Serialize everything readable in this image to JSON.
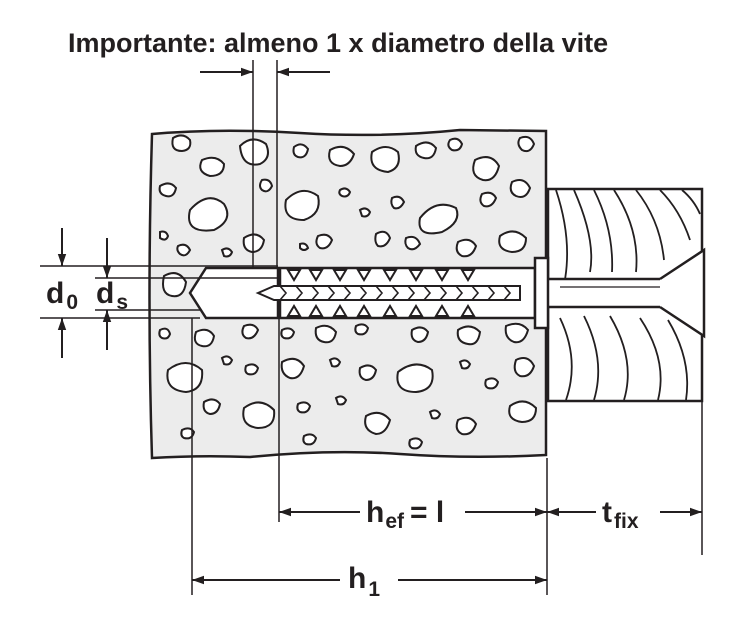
{
  "title": "Importante: almeno 1 x diametro della vite",
  "labels": {
    "d0": {
      "main": "d",
      "sub": "0"
    },
    "ds": {
      "main": "d",
      "sub": "s"
    },
    "hef": {
      "main": "h",
      "sub": "ef",
      "suffix": "= l"
    },
    "tfix": {
      "main": "t",
      "sub": "fix"
    },
    "h1": {
      "main": "h",
      "sub": "1"
    }
  },
  "colors": {
    "ink": "#231f20",
    "concrete": "#ececec",
    "paper": "#ffffff"
  }
}
